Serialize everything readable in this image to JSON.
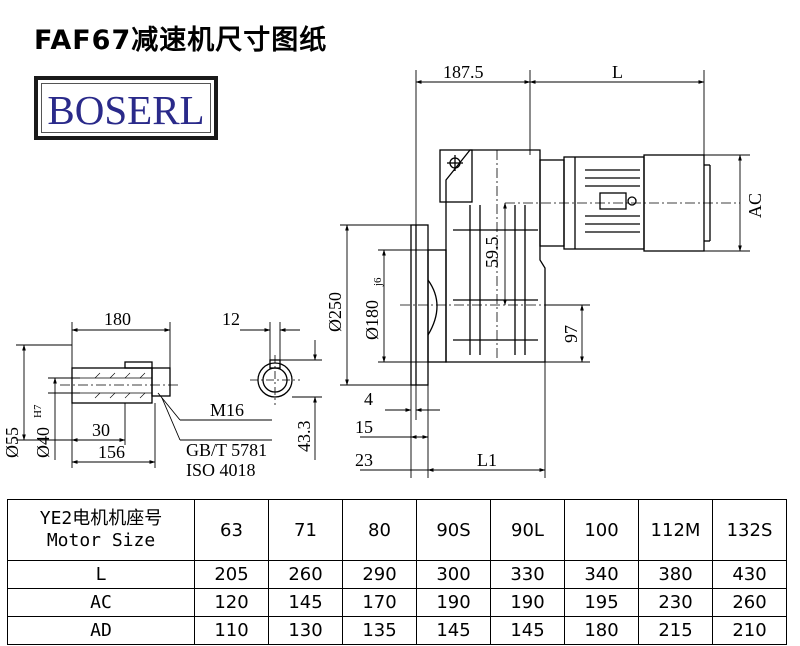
{
  "title": "FAF67减速机尺寸图纸",
  "logo": "BOSERL",
  "drawing": {
    "dim_187_5": "187.5",
    "dim_L": "L",
    "dim_AC": "AC",
    "dim_59_5": "59.5",
    "dim_d250": "Ø250",
    "dim_d180": "Ø180",
    "dim_d180_tol": "j6",
    "dim_97": "97",
    "dim_4": "4",
    "dim_15": "15",
    "dim_23": "23",
    "dim_L1": "L1",
    "dim_180": "180",
    "dim_12": "12",
    "dim_d55": "Ø55",
    "dim_d40": "Ø40",
    "dim_d40_tol": "H7",
    "dim_30": "30",
    "dim_156": "156",
    "dim_43_3": "43.3",
    "thread_spec": "M16",
    "standard_1": "GB/T 5781",
    "standard_2": "ISO 4018"
  },
  "table": {
    "header_line1": "YE2电机机座号",
    "header_line2": "Motor Size",
    "sizes": [
      "63",
      "71",
      "80",
      "90S",
      "90L",
      "100",
      "112M",
      "132S"
    ],
    "rows": [
      {
        "label": "L",
        "values": [
          "205",
          "260",
          "290",
          "300",
          "330",
          "340",
          "380",
          "430"
        ]
      },
      {
        "label": "AC",
        "values": [
          "120",
          "145",
          "170",
          "190",
          "190",
          "195",
          "230",
          "260"
        ]
      },
      {
        "label": "AD",
        "values": [
          "110",
          "130",
          "135",
          "145",
          "145",
          "180",
          "215",
          "210"
        ]
      }
    ]
  }
}
